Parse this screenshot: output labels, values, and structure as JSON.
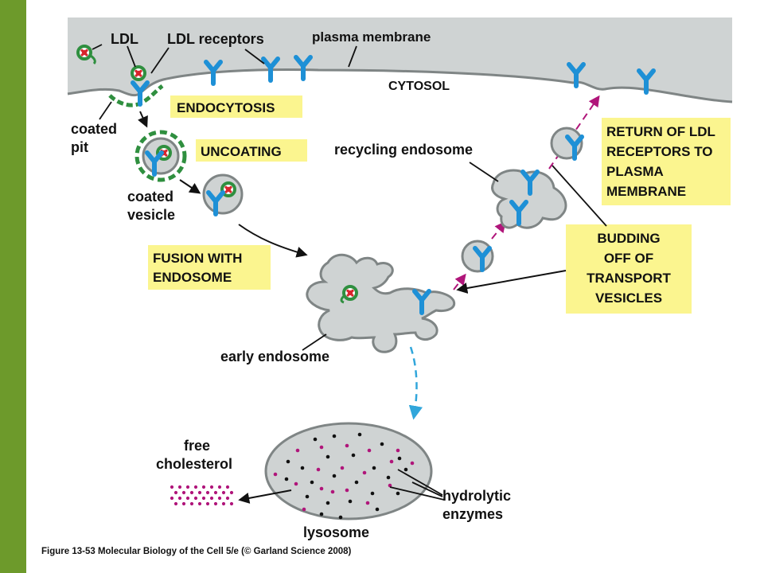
{
  "labels": {
    "ldl": "LDL",
    "ldl_receptors": "LDL receptors",
    "plasma_membrane": "plasma membrane",
    "cytosol": "CYTOSOL",
    "coated_pit_1": "coated",
    "coated_pit_2": "pit",
    "coated_vesicle_1": "coated",
    "coated_vesicle_2": "vesicle",
    "recycling_endosome": "recycling endosome",
    "early_endosome": "early endosome",
    "free_cholesterol_1": "free",
    "free_cholesterol_2": "cholesterol",
    "hydrolytic_enzymes_1": "hydrolytic",
    "hydrolytic_enzymes_2": "enzymes",
    "lysosome": "lysosome"
  },
  "steps": {
    "endocytosis": "ENDOCYTOSIS",
    "uncoating": "UNCOATING",
    "fusion_1": "FUSION WITH",
    "fusion_2": "ENDOSOME",
    "return_1": "RETURN OF LDL",
    "return_2": "RECEPTORS TO",
    "return_3": "PLASMA",
    "return_4": "MEMBRANE",
    "budding_1": "BUDDING",
    "budding_2": "OFF OF",
    "budding_3": "TRANSPORT",
    "budding_4": "VESICLES"
  },
  "caption": "Figure 13-53  Molecular Biology of the Cell 5/e (© Garland Science 2008)",
  "colors": {
    "sidebar": "#6d9a2b",
    "cytosol_gray": "#cfd3d3",
    "membrane_edge": "#7f8585",
    "receptor_blue": "#1e90d6",
    "ldl_green": "#2f8f3f",
    "ldl_red": "#d8242c",
    "label_box": "#fbf58f",
    "magenta": "#b0157a",
    "cyan": "#31a6db"
  }
}
